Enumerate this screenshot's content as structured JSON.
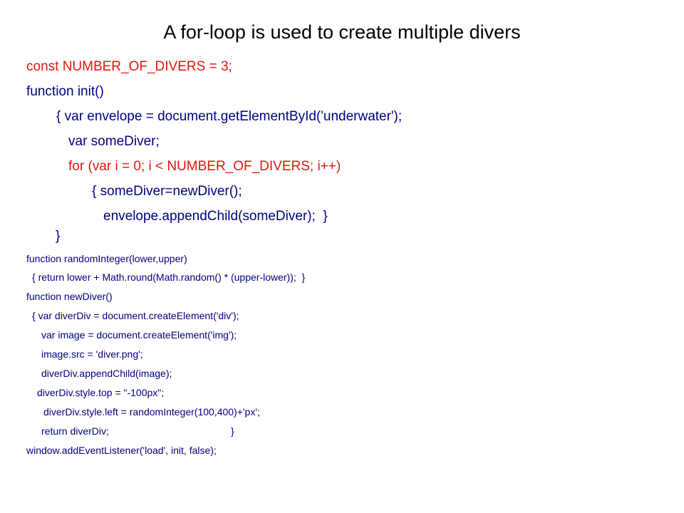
{
  "slide": {
    "title": "A for-loop is used to create multiple divers",
    "code": [
      {
        "text": "const NUMBER_OF_DIVERS = 3;",
        "color": "#e0180c"
      },
      {
        "text": "function init()",
        "color": "#00007f"
      },
      {
        "text": "{ var envelope = document.getElementById('underwater');",
        "color": "#00007f"
      },
      {
        "text": "var someDiver;",
        "color": "#00007f"
      },
      {
        "text": "for (var i = 0; i < NUMBER_OF_DIVERS; i++)",
        "color": "#e0180c"
      },
      {
        "text": "{ someDiver=newDiver();",
        "color": "#00007f"
      },
      {
        "text": "envelope.appendChild(someDiver);  }",
        "color": "#00007f"
      },
      {
        "text": "}",
        "color": "#00007f"
      },
      {
        "text": "function randomInteger(lower,upper)",
        "color": "#00007f"
      },
      {
        "text": "{ return lower + Math.round(Math.random() * (upper-lower));  }",
        "color": "#00007f"
      },
      {
        "text": "function newDiver()",
        "color": "#00007f"
      },
      {
        "text": "{ var diverDiv = document.createElement('div');",
        "color": "#00007f"
      },
      {
        "text": "var image = document.createElement('img');",
        "color": "#00007f"
      },
      {
        "text": "image.src = 'diver.png';",
        "color": "#00007f"
      },
      {
        "text": "diverDiv.appendChild(image);",
        "color": "#00007f"
      },
      {
        "text": "diverDiv.style.top = \"-100px\";",
        "color": "#00007f"
      },
      {
        "text": "diverDiv.style.left = randomInteger(100,400)+'px';",
        "color": "#00007f"
      },
      {
        "text": "return diverDiv;                                            }",
        "color": "#00007f"
      },
      {
        "text": "window.addEventListener('load', init, false);",
        "color": "#00007f"
      }
    ]
  }
}
